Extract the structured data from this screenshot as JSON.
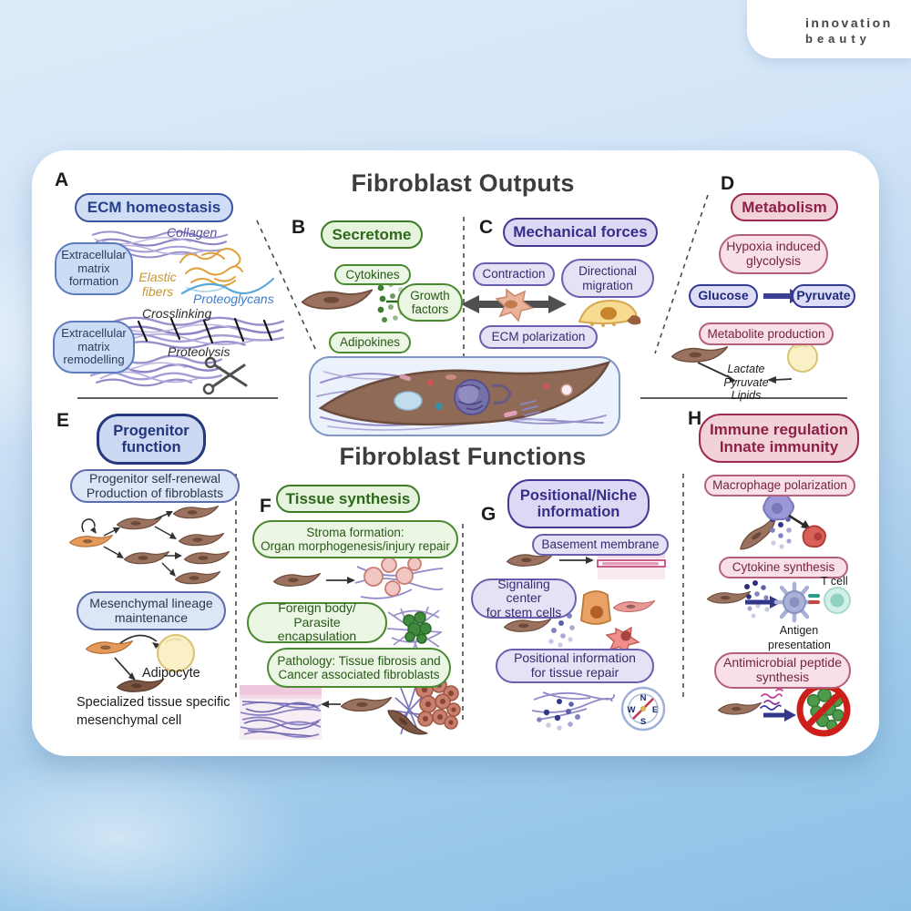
{
  "logo": {
    "name_top": "innovation",
    "name_bottom": "beauty"
  },
  "titles": {
    "top": "Fibroblast Outputs",
    "bottom": "Fibroblast Functions"
  },
  "colors": {
    "blue": "#3b55a3",
    "green": "#3e7d27",
    "purple": "#443a96",
    "pink": "#9e2a4e",
    "navy": "#27397e",
    "card": "#ffffff",
    "background_top": "#deebfa",
    "background_bottom": "#8ec1e7"
  },
  "sections": {
    "a": {
      "letter": "A",
      "header": "ECM homeostasis",
      "formation": "Extracellular matrix formation",
      "remodelling": "Extracellular matrix remodelling",
      "collagen": "Collagen",
      "elastic_l1": "Elastic",
      "elastic_l2": "fibers",
      "proteoglycans": "Proteoglycans",
      "crosslinking": "Crosslinking",
      "proteolysis": "Proteolysis"
    },
    "b": {
      "letter": "B",
      "header": "Secretome",
      "cytokines": "Cytokines",
      "growth_l1": "Growth",
      "growth_l2": "factors",
      "adipokines": "Adipokines"
    },
    "c": {
      "letter": "C",
      "header": "Mechanical forces",
      "contraction": "Contraction",
      "migration_l1": "Directional",
      "migration_l2": "migration",
      "polarization": "ECM polarization"
    },
    "d": {
      "letter": "D",
      "header": "Metabolism",
      "hypoxia_l1": "Hypoxia induced",
      "hypoxia_l2": "glycolysis",
      "glucose": "Glucose",
      "pyruvate": "Pyruvate",
      "production": "Metabolite production",
      "met1": "Lactate",
      "met2": "Pyruvate",
      "met3": "Lipids"
    },
    "e": {
      "letter": "E",
      "header_l1": "Progenitor",
      "header_l2": "function",
      "renew_l1": "Progenitor self-renewal",
      "renew_l2": "Production of fibroblasts",
      "lineage_l1": "Mesenchymal lineage",
      "lineage_l2": "maintenance",
      "adipocyte": "Adipocyte",
      "cap_l1": "Specialized tissue specific",
      "cap_l2": "mesenchymal cell"
    },
    "f": {
      "letter": "F",
      "header": "Tissue synthesis",
      "stroma_l1": "Stroma formation:",
      "stroma_l2": "Organ morphogenesis/injury repair",
      "foreign_l1": "Foreign body/",
      "foreign_l2": "Parasite encapsulation",
      "path_l1": "Pathology: Tissue fibrosis and",
      "path_l2": "Cancer associated fibroblasts"
    },
    "g": {
      "letter": "G",
      "header_l1": "Positional/Niche",
      "header_l2": "information",
      "basement": "Basement membrane",
      "signal_l1": "Signaling center",
      "signal_l2": "for stem cells",
      "pos_l1": "Positional information",
      "pos_l2": "for tissue repair",
      "compass": {
        "n": "N",
        "w": "W",
        "e": "E",
        "s": "S"
      }
    },
    "h": {
      "letter": "H",
      "header_l1": "Immune regulation",
      "header_l2": "Innate immunity",
      "macrophage": "Macrophage polarization",
      "cytokine": "Cytokine synthesis",
      "tcell": "T cell",
      "antigen_l1": "Antigen",
      "antigen_l2": "presentation",
      "anti_l1": "Antimicrobial peptide",
      "anti_l2": "synthesis"
    }
  }
}
